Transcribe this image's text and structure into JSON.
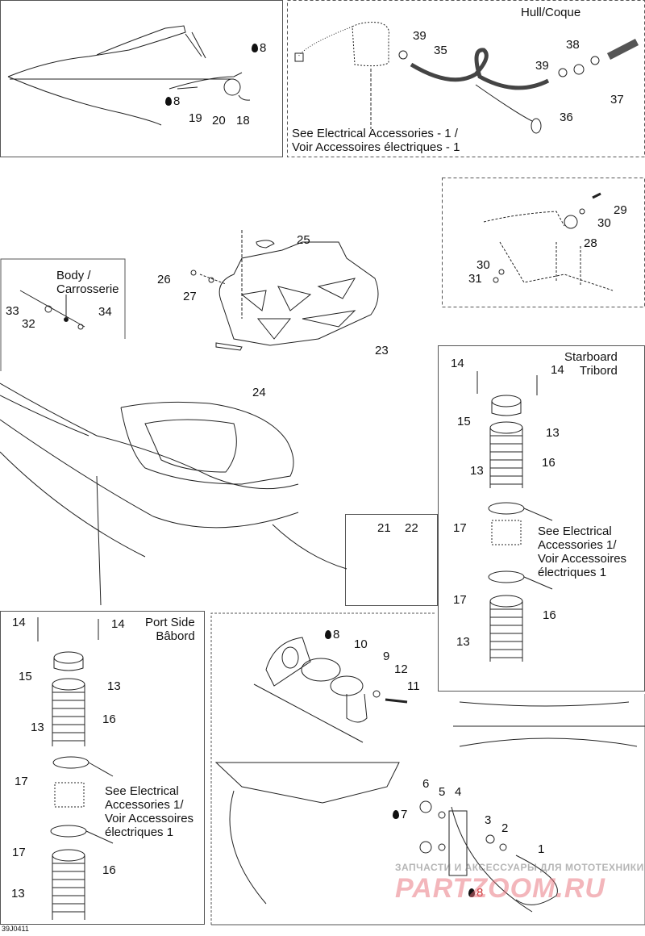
{
  "diagram": {
    "figure_code": "39J0411",
    "watermark": {
      "line1": "ЗАПЧАСТИ И АКСЕССУАРЫ ДЛЯ МОТОТЕХНИКИ",
      "line2": "PARTZOOM.RU"
    },
    "panels": {
      "bow_eye": {
        "callouts": [
          "8",
          "8",
          "19",
          "20",
          "18"
        ]
      },
      "bilge_pump": {
        "title": "Hull/Coque",
        "callouts": [
          "39",
          "35",
          "39",
          "38",
          "37",
          "36"
        ],
        "note": "See Electrical Accessories - 1 /\nVoir Accessoires électriques - 1"
      },
      "storage_tray": {
        "callouts": [
          "25",
          "26",
          "27",
          "23",
          "24"
        ]
      },
      "body_fasteners": {
        "title": "Body /\nCarrosserie",
        "callouts": [
          "33",
          "32",
          "34"
        ]
      },
      "handle_bracket": {
        "callouts": [
          "29",
          "30",
          "28",
          "30",
          "31"
        ]
      },
      "starboard_vent": {
        "title": "Starboard\nTribord",
        "callouts": [
          "14",
          "14",
          "15",
          "13",
          "13",
          "16",
          "17",
          "17",
          "16",
          "13"
        ],
        "note": "See Electrical\nAccessories 1/\nVoir Accessoires\nélectriques 1"
      },
      "rear_cover": {
        "callouts": [
          "21",
          "22"
        ]
      },
      "port_vent": {
        "title": "Port Side\nBâbord",
        "callouts": [
          "14",
          "14",
          "15",
          "13",
          "13",
          "16",
          "17",
          "17",
          "16",
          "13"
        ],
        "note": "See Electrical\nAccessories 1/\nVoir Accessoires\nélectriques 1"
      },
      "drain_plug": {
        "callouts": [
          "8",
          "10",
          "9",
          "12",
          "11"
        ]
      },
      "transom_eye": {
        "callouts": [
          "6",
          "5",
          "4",
          "7",
          "3",
          "2",
          "1",
          "8"
        ]
      }
    }
  }
}
